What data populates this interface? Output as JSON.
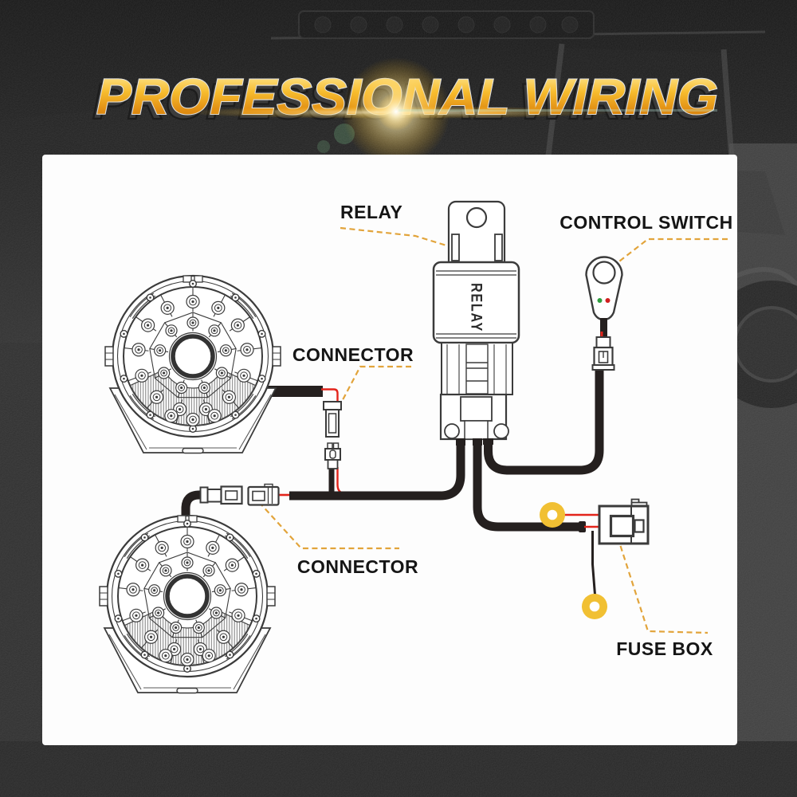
{
  "title": {
    "text": "PROFESSIONAL WIRING"
  },
  "labels": {
    "relay": "RELAY",
    "control_switch": "CONTROL SWITCH",
    "connector_top": "CONNECTOR",
    "connector_bottom": "CONNECTOR",
    "fuse_box": "FUSE BOX",
    "relay_body": "RELAY"
  },
  "colors": {
    "leader_dash": "#e2a43b",
    "wire_black": "#25201f",
    "wire_red": "#e3241b",
    "ring_terminal": "#f1c033",
    "line_art": "#3b3b3b",
    "label_text": "#151515",
    "panel_bg": "#fdfdfd",
    "title_gold_light": "#fff3b0",
    "title_gold_mid": "#f7bc2e",
    "title_gold_deep": "#c47408",
    "title_outline": "#e0e0e0"
  }
}
